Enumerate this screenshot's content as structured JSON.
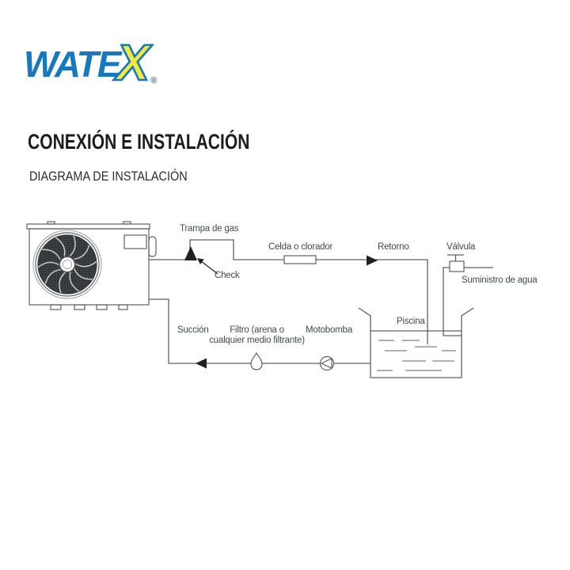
{
  "logo": {
    "word": "WATE",
    "x_letter": "X",
    "registered_mark": "®",
    "blue": "#1878be",
    "yellow": "#f6e93c"
  },
  "headings": {
    "title": "CONEXIÓN E INSTALACIÓN",
    "subtitle": "DIAGRAMA DE INSTALACIÓN"
  },
  "diagram": {
    "labels": {
      "gas_trap": "Trampa de gas",
      "check": "Check",
      "cell": "Celda o clorador",
      "return": "Retorno",
      "valve": "Válvula",
      "water_supply": "Suministro de agua",
      "pool": "Piscina",
      "suction": "Succión",
      "filter_line1": "Filtro (arena o",
      "filter_line2": "cualquier medio filtrante)",
      "pump": "Motobomba"
    },
    "icons": {
      "heat_pump_icon": "outline drawing of heat-pump unit with fan",
      "check_valve_icon": "▲",
      "return_flow_arrow_icon": "►",
      "suction_flow_arrow_icon": "◄",
      "filter_icon": "water-drop outline",
      "pump_icon": "circle with left triangle ◁",
      "valve_icon": "T-handle valve with square body",
      "chlorinator_cell_icon": "inline rectangle"
    },
    "colors": {
      "line": "#5d6063",
      "dark": "#231f20",
      "label_text": "#414b4b"
    }
  }
}
